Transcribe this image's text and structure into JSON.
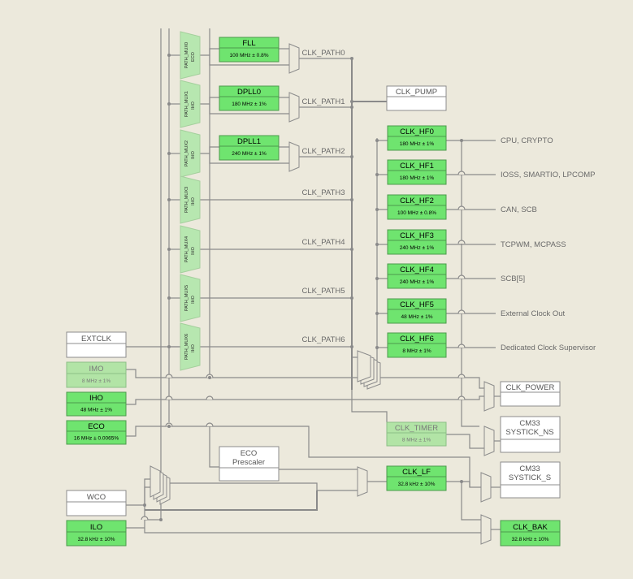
{
  "colors": {
    "background": "#ece9dc",
    "block_active": "#6fe46f",
    "block_active_border": "#4c9a4c",
    "block_inactive": "#b2e4a6",
    "block_inactive_border": "#8cbf86",
    "mux_fill": "#b7e7b0",
    "wire": "#8a8a8a",
    "text": "#000000",
    "label_text": "#6a6a6a"
  },
  "inputs": {
    "extclk": {
      "name": "EXTCLK",
      "freq": ""
    },
    "imo": {
      "name": "IMO",
      "freq": "8 MHz ± 1%"
    },
    "iho": {
      "name": "IHO",
      "freq": "48 MHz ± 1%"
    },
    "eco": {
      "name": "ECO",
      "freq": "16 MHz ± 0.0065%"
    },
    "wco": {
      "name": "WCO",
      "freq": ""
    },
    "ilo": {
      "name": "ILO",
      "freq": "32.8 kHz ± 10%"
    }
  },
  "path_muxes": [
    {
      "name": "PATH_MUX0",
      "src": "ECO"
    },
    {
      "name": "PATH_MUX1",
      "src": "IHO"
    },
    {
      "name": "PATH_MUX2",
      "src": "IHO"
    },
    {
      "name": "PATH_MUX3",
      "src": "IHO"
    },
    {
      "name": "PATH_MUX4",
      "src": "IHO"
    },
    {
      "name": "PATH_MUX5",
      "src": "IHO"
    },
    {
      "name": "PATH_MUX6",
      "src": "IHO"
    }
  ],
  "plls": [
    {
      "name": "FLL",
      "freq": "100 MHz ± 0.8%"
    },
    {
      "name": "DPLL0",
      "freq": "180 MHz ± 1%"
    },
    {
      "name": "DPLL1",
      "freq": "240 MHz ± 1%"
    }
  ],
  "paths": [
    "CLK_PATH0",
    "CLK_PATH1",
    "CLK_PATH2",
    "CLK_PATH3",
    "CLK_PATH4",
    "CLK_PATH5",
    "CLK_PATH6"
  ],
  "clk_pump": {
    "name": "CLK_PUMP",
    "freq": ""
  },
  "hf_clocks": [
    {
      "name": "CLK_HF0",
      "freq": "180 MHz ± 1%",
      "dest": "CPU, CRYPTO"
    },
    {
      "name": "CLK_HF1",
      "freq": "180 MHz ± 1%",
      "dest": "IOSS, SMARTIO, LPCOMP"
    },
    {
      "name": "CLK_HF2",
      "freq": "100 MHz ± 0.8%",
      "dest": "CAN, SCB"
    },
    {
      "name": "CLK_HF3",
      "freq": "240 MHz ± 1%",
      "dest": "TCPWM, MCPASS"
    },
    {
      "name": "CLK_HF4",
      "freq": "240 MHz ± 1%",
      "dest": "SCB[5]"
    },
    {
      "name": "CLK_HF5",
      "freq": "48 MHz ± 1%",
      "dest": "External Clock Out"
    },
    {
      "name": "CLK_HF6",
      "freq": "8 MHz ± 1%",
      "dest": "Dedicated Clock Supervisor"
    }
  ],
  "clk_power": {
    "name": "CLK_POWER",
    "freq": ""
  },
  "clk_timer": {
    "name": "CLK_TIMER",
    "freq": "8 MHz ± 1%"
  },
  "systick_ns": {
    "name": "CM33\nSYSTICK_NS",
    "line1": "CM33",
    "line2": "SYSTICK_NS",
    "freq": ""
  },
  "systick_s": {
    "name": "CM33\nSYSTICK_S",
    "line1": "CM33",
    "line2": "SYSTICK_S",
    "freq": ""
  },
  "eco_prescaler": {
    "line1": "ECO",
    "line2": "Prescaler",
    "freq": ""
  },
  "clk_lf": {
    "name": "CLK_LF",
    "freq": "32.8 kHz ± 10%"
  },
  "clk_bak": {
    "name": "CLK_BAK",
    "freq": "32.8 kHz ± 10%"
  }
}
